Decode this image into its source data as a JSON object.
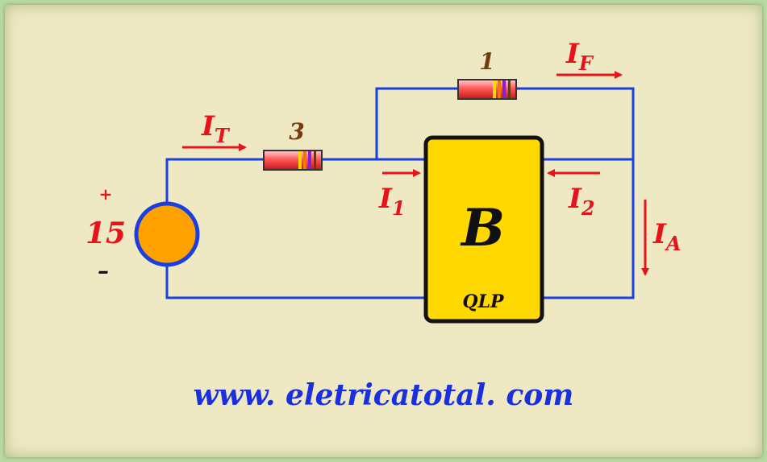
{
  "source": {
    "value": "15",
    "plus": "+",
    "minus": "–"
  },
  "resistors": {
    "r3": "3",
    "r1": "1"
  },
  "currents": {
    "it": {
      "main": "I",
      "sub": "T"
    },
    "if": {
      "main": "I",
      "sub": "F"
    },
    "i1": {
      "main": "I",
      "sub": "1"
    },
    "i2": {
      "main": "I",
      "sub": "2"
    },
    "ia": {
      "main": "I",
      "sub": "A"
    }
  },
  "block": {
    "letter": "B",
    "tag": "QLP"
  },
  "footer": {
    "url": "www. eletricatotal. com"
  },
  "colors": {
    "wire": "#1a3fe0",
    "arrow": "#e8121a",
    "block": "#ffd800",
    "source": "#ffa200"
  }
}
